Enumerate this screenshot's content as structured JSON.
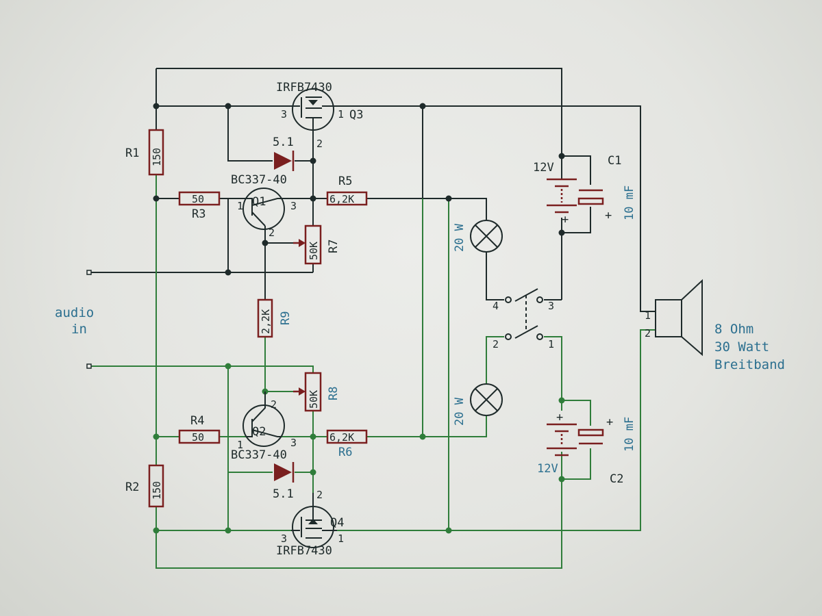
{
  "labels": {
    "q3_part": "IRFB7430",
    "q3_ref": "Q3",
    "q4_part": "IRFB7430",
    "q4_ref": "Q4",
    "q1_part": "BC337-40",
    "q1_ref": "Q1",
    "q2_part": "BC337-40",
    "q2_ref": "Q2",
    "zener": "5.1",
    "r1_ref": "R1",
    "r1_value": "150",
    "r2_ref": "R2",
    "r2_value": "150",
    "r3_ref": "R3",
    "r3_value": "50",
    "r4_ref": "R4",
    "r4_value": "50",
    "r5_ref": "R5",
    "r5_value": "6,2K",
    "r6_ref": "R6",
    "r6_value": "6,2K",
    "r7_ref": "R7",
    "r7_value": "50K",
    "r8_ref": "R8",
    "r8_value": "50K",
    "r9_ref": "R9",
    "r9_value": "2,2K",
    "pin_1": "1",
    "pin_2": "2",
    "pin_3": "3",
    "audio_in_line1": "audio",
    "audio_in_line2": "in",
    "lamp_top": "20 W",
    "lamp_bottom": "20 W",
    "sw_1": "1",
    "sw_2": "2",
    "sw_3": "3",
    "sw_4": "4",
    "battery_top": "12V",
    "battery_bottom": "12V",
    "plus": "+",
    "c1_ref": "C1",
    "c1_value": "10 mF",
    "c2_ref": "C2",
    "c2_value": "10 mF",
    "spk_1": "1",
    "spk_2": "2",
    "speaker_line1": "8 Ohm",
    "speaker_line2": "30 Watt",
    "speaker_line3": "Breitband"
  },
  "colors": {
    "wire_black": "#1e2a2a",
    "wire_green": "#2f7d3a",
    "component": "#7a1f1f",
    "annotation_blue": "#2b6f8f",
    "background": "#e6e7e3"
  }
}
